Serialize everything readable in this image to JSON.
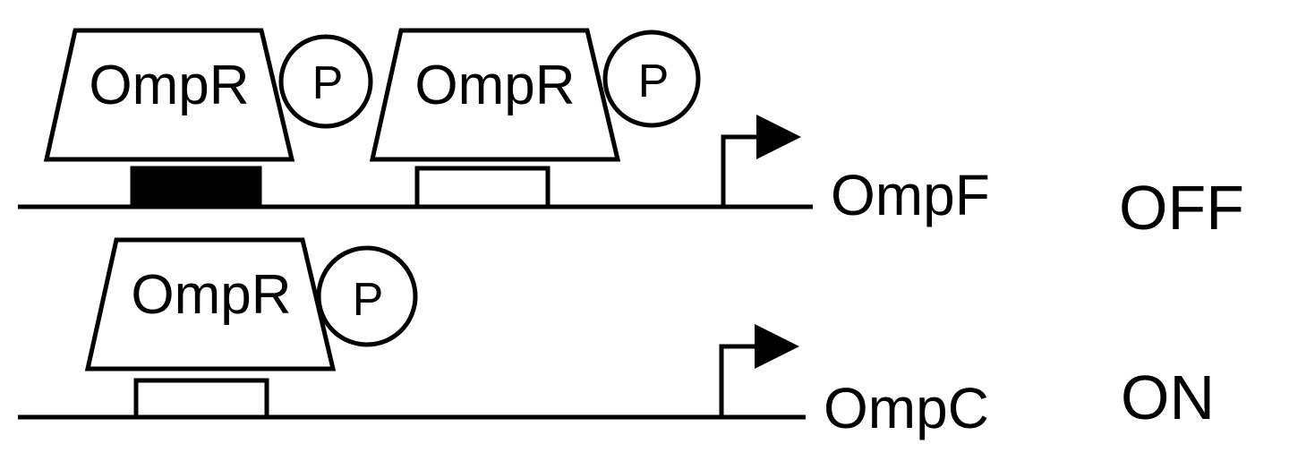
{
  "colors": {
    "line": "#000000",
    "background": "#ffffff",
    "repressed_site": "#000000",
    "open_site": "#ffffff"
  },
  "protein_label": "OmpR",
  "phosphate_label": "P",
  "rows": [
    {
      "gene": "OmpF",
      "state": "OFF",
      "complexes": [
        {
          "protein": "OmpR",
          "phosphate": "P",
          "site": "filled"
        },
        {
          "protein": "OmpR",
          "phosphate": "P",
          "site": "open"
        }
      ],
      "has_promoter_arrow": true
    },
    {
      "gene": "OmpC",
      "state": "ON",
      "complexes": [
        {
          "protein": "OmpR",
          "phosphate": "P",
          "site": "open"
        }
      ],
      "has_promoter_arrow": true
    }
  ]
}
